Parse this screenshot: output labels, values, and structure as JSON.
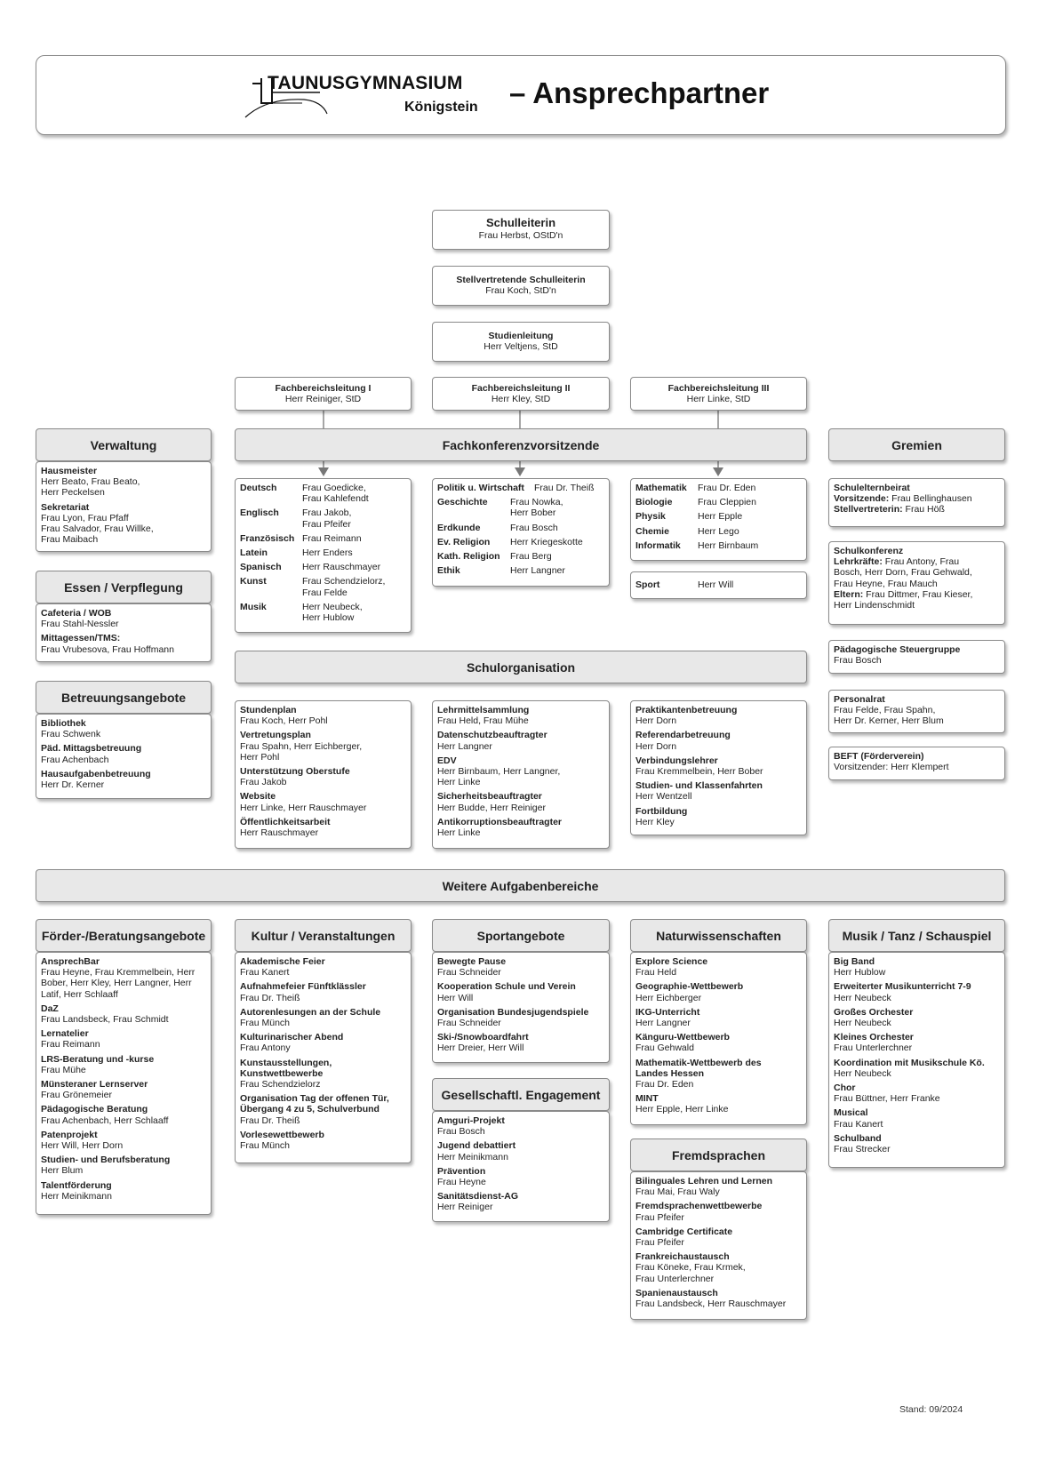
{
  "header": {
    "logo_line1": "TAUNUSGYMNASIUM",
    "logo_line2": "Königstein",
    "title": "–  Ansprechpartner"
  },
  "leadership": [
    {
      "title": "Schulleiterin",
      "person": "Frau Herbst, OStD'n"
    },
    {
      "title": "Stellvertretende Schulleiterin",
      "person": "Frau Koch, StD'n"
    },
    {
      "title": "Studienleitung",
      "person": "Herr Veltjens, StD"
    }
  ],
  "fachbereich": [
    {
      "title": "Fachbereichsleitung I",
      "person": "Herr Reiniger, StD"
    },
    {
      "title": "Fachbereichsleitung II",
      "person": "Herr Kley, StD"
    },
    {
      "title": "Fachbereichsleitung III",
      "person": "Herr Linke, StD"
    }
  ],
  "section_headers": {
    "verwaltung": "Verwaltung",
    "fachkonferenz": "Fachkonferenzvorsitzende",
    "gremien": "Gremien",
    "essen": "Essen / Verpflegung",
    "betreuung": "Betreuungsangebote",
    "schulorganisation": "Schulorganisation",
    "weitere": "Weitere Aufgabenbereiche",
    "foerder": "Förder-/Beratungsangebote",
    "kultur": "Kultur / Veranstaltungen",
    "sport": "Sportangebote",
    "natur": "Naturwissenschaften",
    "musik": "Musik / Tanz / Schauspiel",
    "gesellschaft": "Gesellschaftl. Engagement",
    "fremdsprachen": "Fremdsprachen"
  },
  "verwaltung": [
    {
      "title": "Hausmeister",
      "people": "Herr Beato, Frau Beato,\nHerr Peckelsen"
    },
    {
      "title": "Sekretariat",
      "people": "Frau Lyon, Frau Pfaff\nFrau Salvador, Frau Willke,\nFrau Maibach"
    }
  ],
  "essen": [
    {
      "title": "Cafeteria / WOB",
      "people": "Frau Stahl-Nessler"
    },
    {
      "title": "Mittagessen/TMS:",
      "people": "Frau Vrubesova, Frau Hoffmann"
    }
  ],
  "betreuung": [
    {
      "title": "Bibliothek",
      "people": "Frau Schwenk"
    },
    {
      "title": "Päd. Mittagsbetreuung",
      "people": "Frau Achenbach"
    },
    {
      "title": "Hausaufgabenbetreuung",
      "people": "Herr Dr. Kerner"
    }
  ],
  "fach1": [
    {
      "subject": "Deutsch",
      "people": "Frau Goedicke,\nFrau Kahlefendt"
    },
    {
      "subject": "Englisch",
      "people": "Frau Jakob,\nFrau Pfeifer"
    },
    {
      "subject": "Französisch",
      "people": "Frau Reimann"
    },
    {
      "subject": "Latein",
      "people": "Herr Enders"
    },
    {
      "subject": "Spanisch",
      "people": "Herr Rauschmayer"
    },
    {
      "subject": "Kunst",
      "people": "Frau Schendzielorz,\nFrau Felde"
    },
    {
      "subject": "Musik",
      "people": "Herr Neubeck,\nHerr Hublow"
    }
  ],
  "fach2": [
    {
      "subject": "Politik u. Wirtschaft",
      "people": "Frau Dr. Theiß"
    },
    {
      "subject": "Geschichte",
      "people": "Frau Nowka,\nHerr Bober"
    },
    {
      "subject": "Erdkunde",
      "people": "Frau Bosch"
    },
    {
      "subject": "Ev. Religion",
      "people": "Herr Kriegeskotte"
    },
    {
      "subject": "Kath. Religion",
      "people": "Frau Berg"
    },
    {
      "subject": "Ethik",
      "people": "Herr Langner"
    }
  ],
  "fach3": [
    {
      "subject": "Mathematik",
      "people": "Frau Dr. Eden"
    },
    {
      "subject": "Biologie",
      "people": "Frau Cleppien"
    },
    {
      "subject": "Physik",
      "people": "Herr Epple"
    },
    {
      "subject": "Chemie",
      "people": "Herr Lego"
    },
    {
      "subject": "Informatik",
      "people": "Herr Birnbaum"
    }
  ],
  "sport_fach": {
    "subject": "Sport",
    "people": "Herr Will"
  },
  "gremien": {
    "schulelternbeirat": {
      "title": "Schulelternbeirat",
      "l1k": "Vorsitzende:",
      "l1v": " Frau Bellinghausen",
      "l2k": "Stellvertreterin:",
      "l2v": " Frau Höß"
    },
    "schulkonferenz": {
      "title": "Schulkonferenz",
      "l1k": "Lehrkräfte:",
      "l1v": " Frau Antony, Frau\nBosch, Herr Dorn, Frau Gehwald,\nFrau Heyne, Frau Mauch",
      "l2k": "Eltern:",
      "l2v": " Frau Dittmer, Frau Kieser,\nHerr Lindenschmidt"
    },
    "steuergruppe": {
      "title": "Pädagogische Steuergruppe",
      "people": "Frau Bosch"
    },
    "personalrat": {
      "title": "Personalrat",
      "people": "Frau Felde, Frau Spahn,\nHerr Dr. Kerner, Herr Blum"
    },
    "beft": {
      "title": "BEFT (Förderverein)",
      "people": "Vorsitzender: Herr Klempert"
    }
  },
  "org1": [
    {
      "title": "Stundenplan",
      "people": "Frau Koch, Herr Pohl"
    },
    {
      "title": "Vertretungsplan",
      "people": "Frau Spahn, Herr Eichberger,\nHerr Pohl"
    },
    {
      "title": "Unterstützung Oberstufe",
      "people": "Frau Jakob"
    },
    {
      "title": "Website",
      "people": "Herr Linke, Herr Rauschmayer"
    },
    {
      "title": "Öffentlichkeitsarbeit",
      "people": "Herr Rauschmayer"
    }
  ],
  "org2": [
    {
      "title": "Lehrmittelsammlung",
      "people": "Frau Held, Frau Mühe"
    },
    {
      "title": "Datenschutzbeauftragter",
      "people": "Herr Langner"
    },
    {
      "title": "EDV",
      "people": "Herr Birnbaum, Herr Langner,\nHerr Linke"
    },
    {
      "title": "Sicherheitsbeauftragter",
      "people": "Herr Budde, Herr Reiniger"
    },
    {
      "title": "Antikorruptionsbeauftragter",
      "people": "Herr Linke"
    }
  ],
  "org3": [
    {
      "title": "Praktikantenbetreuung",
      "people": "Herr Dorn"
    },
    {
      "title": "Referendarbetreuung",
      "people": "Herr Dorn"
    },
    {
      "title": "Verbindungslehrer",
      "people": "Frau Kremmelbein, Herr Bober"
    },
    {
      "title": "Studien- und Klassenfahrten",
      "people": "Herr Wentzell"
    },
    {
      "title": "Fortbildung",
      "people": "Herr Kley"
    }
  ],
  "foerder": [
    {
      "title": "AnsprechBar",
      "people": "Frau Heyne, Frau Kremmelbein, Herr\nBober, Herr Kley, Herr Langner, Herr\nLatif, Herr Schlaaff"
    },
    {
      "title": "DaZ",
      "people": "Frau Landsbeck, Frau Schmidt"
    },
    {
      "title": "Lernatelier",
      "people": "Frau Reimann"
    },
    {
      "title": "LRS-Beratung und -kurse",
      "people": "Frau Mühe"
    },
    {
      "title": "Münsteraner Lernserver",
      "people": "Frau Grönemeier"
    },
    {
      "title": "Pädagogische Beratung",
      "people": "Frau Achenbach, Herr Schlaaff"
    },
    {
      "title": "Patenprojekt",
      "people": "Herr Will, Herr Dorn"
    },
    {
      "title": "Studien- und Berufsberatung",
      "people": "Herr Blum"
    },
    {
      "title": "Talentförderung",
      "people": "Herr Meinikmann"
    }
  ],
  "kultur": [
    {
      "title": "Akademische Feier",
      "people": "Frau Kanert"
    },
    {
      "title": "Aufnahmefeier Fünftklässler",
      "people": "Frau Dr. Theiß"
    },
    {
      "title": "Autorenlesungen an der Schule",
      "people": "Frau Münch"
    },
    {
      "title": "Kulturinarischer Abend",
      "people": "Frau Antony"
    },
    {
      "title": "Kunstausstellungen,\nKunstwettbewerbe",
      "people": "Frau Schendzielorz"
    },
    {
      "title": "Organisation Tag der offenen Tür,\nÜbergang 4 zu 5, Schulverbund",
      "people": "Frau Dr. Theiß"
    },
    {
      "title": "Vorlesewettbewerb",
      "people": "Frau Münch"
    }
  ],
  "sport": [
    {
      "title": "Bewegte Pause",
      "people": "Frau Schneider"
    },
    {
      "title": "Kooperation Schule und Verein",
      "people": "Herr Will"
    },
    {
      "title": "Organisation Bundesjugendspiele",
      "people": "Frau Schneider"
    },
    {
      "title": "Ski-/Snowboardfahrt",
      "people": "Herr Dreier, Herr Will"
    }
  ],
  "gesellschaft": [
    {
      "title": "Amguri-Projekt",
      "people": "Frau Bosch"
    },
    {
      "title": "Jugend debattiert",
      "people": "Herr Meinikmann"
    },
    {
      "title": "Prävention",
      "people": "Frau Heyne"
    },
    {
      "title": "Sanitätsdienst-AG",
      "people": "Herr Reiniger"
    }
  ],
  "natur": [
    {
      "title": "Explore Science",
      "people": "Frau Held"
    },
    {
      "title": "Geographie-Wettbewerb",
      "people": "Herr Eichberger"
    },
    {
      "title": "IKG-Unterricht",
      "people": "Herr Langner"
    },
    {
      "title": "Känguru-Wettbewerb",
      "people": "Frau Gehwald"
    },
    {
      "title": "Mathematik-Wettbewerb des\nLandes Hessen",
      "people": "Frau Dr. Eden"
    },
    {
      "title": "MINT",
      "people": "Herr Epple, Herr Linke"
    }
  ],
  "fremdsprachen": [
    {
      "title": "Bilinguales Lehren und Lernen",
      "people": "Frau Mai, Frau Waly"
    },
    {
      "title": "Fremdsprachenwettbewerbe",
      "people": "Frau Pfeifer"
    },
    {
      "title": "Cambridge Certificate",
      "people": "Frau Pfeifer"
    },
    {
      "title": "Frankreichaustausch",
      "people": "Frau Köneke, Frau Krmek,\nFrau Unterlerchner"
    },
    {
      "title": "Spanienaustausch",
      "people": "Frau Landsbeck, Herr Rauschmayer"
    }
  ],
  "musik": [
    {
      "title": "Big Band",
      "people": "Herr Hublow"
    },
    {
      "title": "Erweiterter Musikunterricht 7-9",
      "people": "Herr Neubeck"
    },
    {
      "title": "Großes Orchester",
      "people": "Herr Neubeck"
    },
    {
      "title": "Kleines Orchester",
      "people": "Frau Unterlerchner"
    },
    {
      "title": "Koordination mit Musikschule Kö.",
      "people": "Herr Neubeck"
    },
    {
      "title": "Chor",
      "people": "Frau Büttner, Herr Franke"
    },
    {
      "title": "Musical",
      "people": "Frau Kanert"
    },
    {
      "title": "Schulband",
      "people": "Frau Strecker"
    }
  ],
  "footer": {
    "stand": "Stand: 09/2024"
  }
}
